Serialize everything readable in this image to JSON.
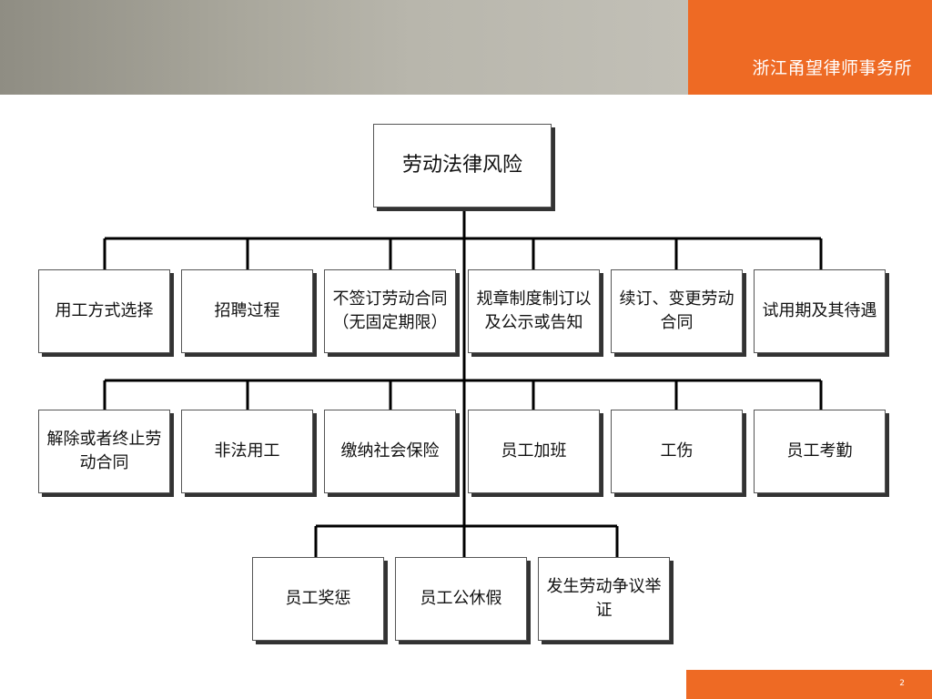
{
  "header": {
    "firm_name": "浙江甬望律师事务所"
  },
  "footer": {
    "page_number": "2"
  },
  "colors": {
    "brand_orange": "#ee6a24",
    "header_gray": "#a9a79c",
    "line": "#000000"
  },
  "diagram": {
    "root": "劳动法律风险",
    "row1": [
      "用工方式选择",
      "招聘过程",
      "不签订劳动合同（无固定期限）",
      "规章制度制订以及公示或告知",
      "续订、变更劳动合同",
      "试用期及其待遇"
    ],
    "row2": [
      "解除或者终止劳动合同",
      "非法用工",
      "缴纳社会保险",
      "员工加班",
      "工伤",
      "员工考勤"
    ],
    "row3": [
      "员工奖惩",
      "员工公休假",
      "发生劳动争议举证"
    ]
  }
}
